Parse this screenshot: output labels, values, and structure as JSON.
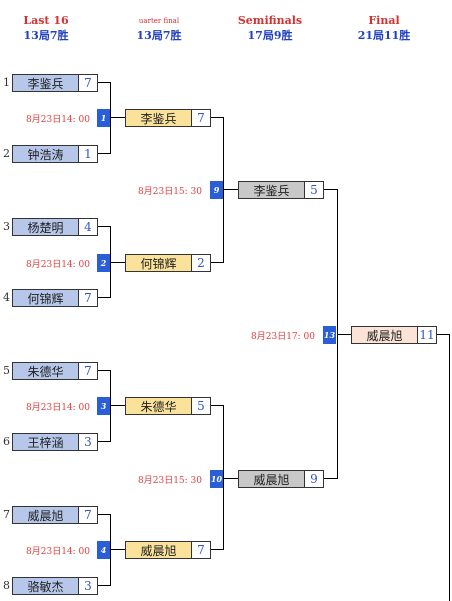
{
  "headers": [
    {
      "title": "Last 16",
      "sub": "13局7胜"
    },
    {
      "title": "uarter final",
      "sub": "13局7胜"
    },
    {
      "title": "Semifinals",
      "sub": "17局9胜"
    },
    {
      "title": "Final",
      "sub": "21局11胜"
    }
  ],
  "r1": [
    {
      "seed": "1",
      "name": "李鉴兵",
      "score": "7"
    },
    {
      "seed": "2",
      "name": "钟浩涛",
      "score": "1"
    },
    {
      "seed": "3",
      "name": "杨楚明",
      "score": "4"
    },
    {
      "seed": "4",
      "name": "何锦辉",
      "score": "7"
    },
    {
      "seed": "5",
      "name": "朱德华",
      "score": "7"
    },
    {
      "seed": "6",
      "name": "王梓涵",
      "score": "3"
    },
    {
      "seed": "7",
      "name": "威晨旭",
      "score": "7"
    },
    {
      "seed": "8",
      "name": "骆敏杰",
      "score": "3"
    }
  ],
  "r2": [
    {
      "name": "李鉴兵",
      "score": "7"
    },
    {
      "name": "何锦辉",
      "score": "2"
    },
    {
      "name": "朱德华",
      "score": "5"
    },
    {
      "name": "威晨旭",
      "score": "7"
    }
  ],
  "r3": [
    {
      "name": "李鉴兵",
      "score": "5"
    },
    {
      "name": "威晨旭",
      "score": "9"
    }
  ],
  "r4": [
    {
      "name": "威晨旭",
      "score": "11"
    }
  ],
  "matches": [
    {
      "no": "1",
      "time": "8月23日14: 00"
    },
    {
      "no": "2",
      "time": "8月23日14: 00"
    },
    {
      "no": "3",
      "time": "8月23日14: 00"
    },
    {
      "no": "4",
      "time": "8月23日14: 00"
    },
    {
      "no": "9",
      "time": "8月23日15: 30"
    },
    {
      "no": "10",
      "time": "8月23日15: 30"
    },
    {
      "no": "13",
      "time": "8月23日17: 00"
    }
  ]
}
